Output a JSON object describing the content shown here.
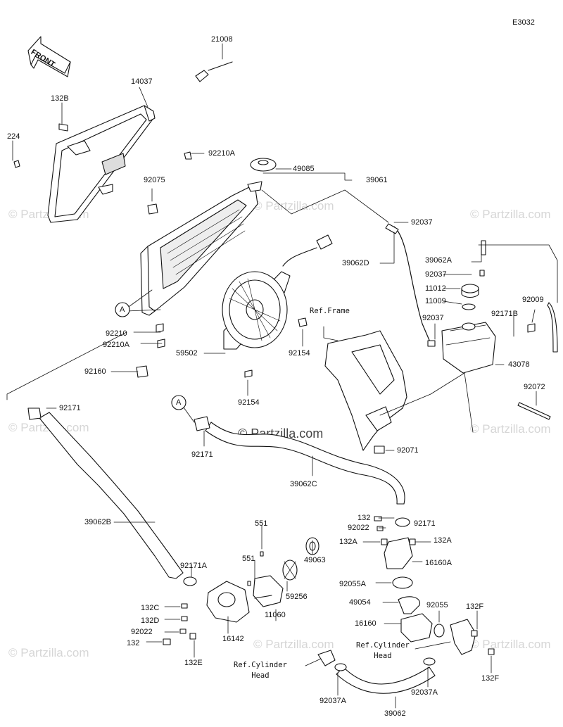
{
  "diagram_code": "E3032",
  "front_arrow_label": "FRONT",
  "watermark": "© Partzilla.com",
  "center_watermark": "© Partzilla.com",
  "ref_frame": "Ref.Frame",
  "ref_cylinder_head_1": "Ref.Cylinder\nHead",
  "ref_cylinder_head_2": "Ref.Cylinder\nHead",
  "callout_letter": "A",
  "parts": {
    "p21008": "21008",
    "p14037": "14037",
    "p132B": "132B",
    "p224": "224",
    "p92210A_top": "92210A",
    "p92075": "92075",
    "p49085": "49085",
    "p39061": "39061",
    "p92037_top": "92037",
    "p39062A": "39062A",
    "p92037_mid": "92037",
    "p11012": "11012",
    "p11009": "11009",
    "p39062D": "39062D",
    "p92009": "92009",
    "p92171B": "92171B",
    "p92037_low": "92037",
    "p92210": "92210",
    "p92210A_low": "92210A",
    "p92160": "92160",
    "p59502": "59502",
    "p92154_a": "92154",
    "p92154_b": "92154",
    "p43078": "43078",
    "p92072": "92072",
    "p92171_left": "92171",
    "p92171_a": "92171",
    "p92071": "92071",
    "p39062C": "39062C",
    "p39062B": "39062B",
    "p132_r": "132",
    "p92022_r": "92022",
    "p92171_r": "92171",
    "p132A_l": "132A",
    "p132A_r": "132A",
    "p16160A": "16160A",
    "p551_a": "551",
    "p551_b": "551",
    "p49063": "49063",
    "p92171A": "92171A",
    "p59256": "59256",
    "p92055A": "92055A",
    "p49054": "49054",
    "p92055": "92055",
    "p132F_top": "132F",
    "p11060": "11060",
    "p132C": "132C",
    "p132D": "132D",
    "p92022_l": "92022",
    "p132_l": "132",
    "p16142": "16142",
    "p132E": "132E",
    "p16160": "16160",
    "p132F_bot": "132F",
    "p92037A_l": "92037A",
    "p92037A_r": "92037A",
    "p39062": "39062"
  }
}
